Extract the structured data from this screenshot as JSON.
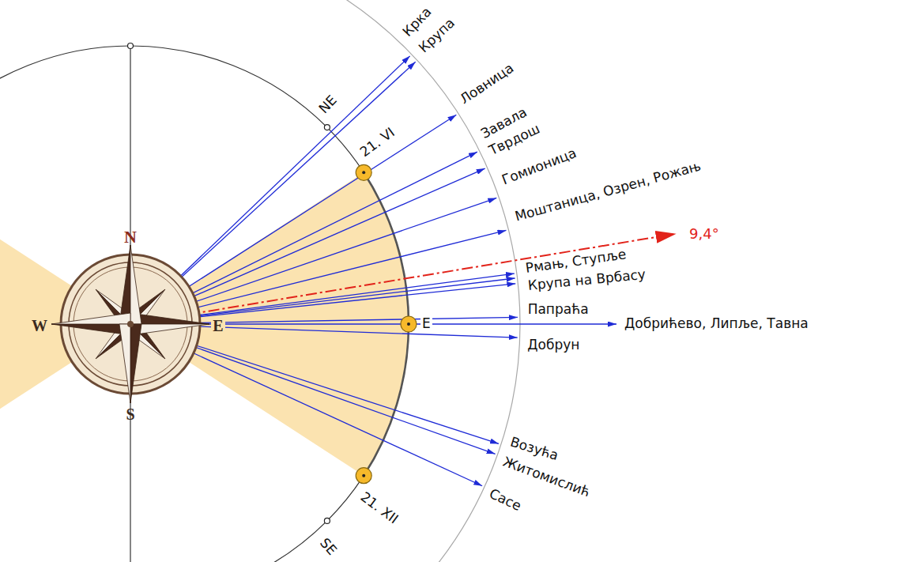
{
  "diagram": {
    "labels": [
      "NE",
      "21. VI",
      "E",
      "21. XII",
      "SE",
      "N",
      "W",
      "S",
      "E",
      "Крка",
      "Крупа",
      "Ловница",
      "Завала",
      "Тврдош",
      "Гомионица",
      "Моштаница, Озрен, Рожањ",
      "9,4°",
      "Рмањ, Ступље",
      "Крупа на Врбасу",
      "Папраћа",
      "Добрићево, Липље, Тавна",
      "Добрун",
      "Возућа",
      "Житомислић",
      "Сасе"
    ]
  }
}
